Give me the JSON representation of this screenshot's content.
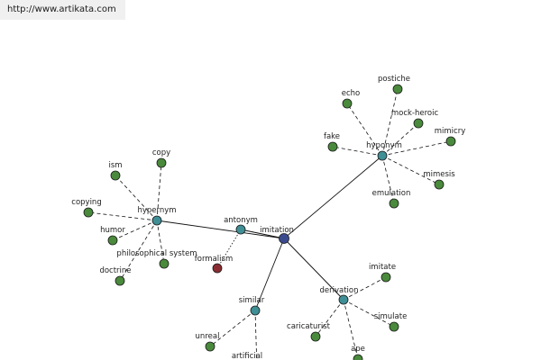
{
  "url": "http://www.artikata.com",
  "colors": {
    "center": "#3b4a8f",
    "relation": "#3f8f96",
    "term": "#4a8a3c",
    "special": "#8a2d32",
    "edge": "#111111"
  },
  "nodes": [
    {
      "id": "imitation",
      "label": "imitation",
      "kind": "center"
    },
    {
      "id": "antonym",
      "label": "antonym",
      "kind": "relation"
    },
    {
      "id": "hypernym",
      "label": "hypernym",
      "kind": "relation"
    },
    {
      "id": "hyponym",
      "label": "hyponym",
      "kind": "relation"
    },
    {
      "id": "derivation",
      "label": "derivation",
      "kind": "relation"
    },
    {
      "id": "similar",
      "label": "similar",
      "kind": "relation"
    },
    {
      "id": "formalism",
      "label": "formalism",
      "kind": "special"
    },
    {
      "id": "ism",
      "label": "ism",
      "kind": "term"
    },
    {
      "id": "copy",
      "label": "copy",
      "kind": "term"
    },
    {
      "id": "copying",
      "label": "copying",
      "kind": "term"
    },
    {
      "id": "humor",
      "label": "humor",
      "kind": "term"
    },
    {
      "id": "philosophical_system",
      "label": "philosophical system",
      "kind": "term"
    },
    {
      "id": "doctrine",
      "label": "doctrine",
      "kind": "term"
    },
    {
      "id": "echo",
      "label": "echo",
      "kind": "term"
    },
    {
      "id": "postiche",
      "label": "postiche",
      "kind": "term"
    },
    {
      "id": "mock_heroic",
      "label": "mock-heroic",
      "kind": "term"
    },
    {
      "id": "mimicry",
      "label": "mimicry",
      "kind": "term"
    },
    {
      "id": "fake",
      "label": "fake",
      "kind": "term"
    },
    {
      "id": "mimesis",
      "label": "mimesis",
      "kind": "term"
    },
    {
      "id": "emulation",
      "label": "emulation",
      "kind": "term"
    },
    {
      "id": "imitate",
      "label": "imitate",
      "kind": "term"
    },
    {
      "id": "simulate",
      "label": "simulate",
      "kind": "term"
    },
    {
      "id": "caricaturist",
      "label": "caricaturist",
      "kind": "term"
    },
    {
      "id": "ape",
      "label": "ape",
      "kind": "term"
    },
    {
      "id": "unreal",
      "label": "unreal",
      "kind": "term"
    },
    {
      "id": "artificial",
      "label": "artificial",
      "kind": "term"
    }
  ],
  "edges": [
    {
      "from": "imitation",
      "to": "antonym",
      "style": "solid"
    },
    {
      "from": "imitation",
      "to": "hypernym",
      "style": "solid"
    },
    {
      "from": "imitation",
      "to": "hyponym",
      "style": "solid"
    },
    {
      "from": "imitation",
      "to": "derivation",
      "style": "solid"
    },
    {
      "from": "imitation",
      "to": "similar",
      "style": "solid"
    },
    {
      "from": "antonym",
      "to": "formalism",
      "style": "dotted"
    },
    {
      "from": "hypernym",
      "to": "ism",
      "style": "dashed"
    },
    {
      "from": "hypernym",
      "to": "copy",
      "style": "dashed"
    },
    {
      "from": "hypernym",
      "to": "copying",
      "style": "dashed"
    },
    {
      "from": "hypernym",
      "to": "humor",
      "style": "dashed"
    },
    {
      "from": "hypernym",
      "to": "philosophical_system",
      "style": "dashed"
    },
    {
      "from": "hypernym",
      "to": "doctrine",
      "style": "dashed"
    },
    {
      "from": "hyponym",
      "to": "echo",
      "style": "dashed"
    },
    {
      "from": "hyponym",
      "to": "postiche",
      "style": "dashed"
    },
    {
      "from": "hyponym",
      "to": "mock_heroic",
      "style": "dashed"
    },
    {
      "from": "hyponym",
      "to": "mimicry",
      "style": "dashed"
    },
    {
      "from": "hyponym",
      "to": "fake",
      "style": "dashed"
    },
    {
      "from": "hyponym",
      "to": "mimesis",
      "style": "dashed"
    },
    {
      "from": "hyponym",
      "to": "emulation",
      "style": "dashed"
    },
    {
      "from": "derivation",
      "to": "imitate",
      "style": "dashed"
    },
    {
      "from": "derivation",
      "to": "simulate",
      "style": "dashed"
    },
    {
      "from": "derivation",
      "to": "caricaturist",
      "style": "dashed"
    },
    {
      "from": "derivation",
      "to": "ape",
      "style": "dashed"
    },
    {
      "from": "similar",
      "to": "unreal",
      "style": "dashed"
    },
    {
      "from": "similar",
      "to": "artificial",
      "style": "dashed"
    }
  ]
}
